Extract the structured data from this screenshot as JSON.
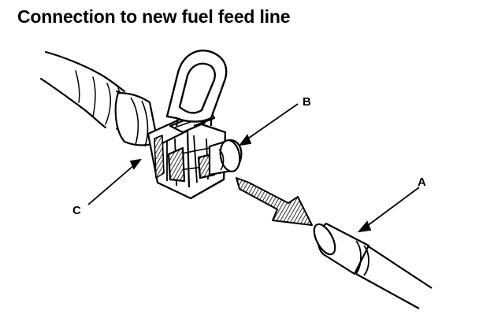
{
  "title": "Connection to new fuel feed line",
  "callouts": {
    "a": "A",
    "b": "B",
    "c": "C"
  },
  "colors": {
    "line": "#000000",
    "background": "#ffffff"
  }
}
